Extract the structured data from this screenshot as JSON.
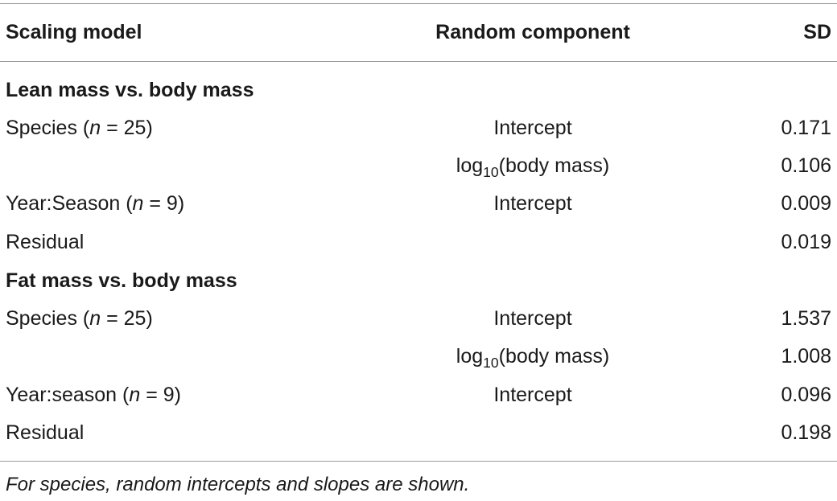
{
  "header": {
    "col1": "Scaling model",
    "col2": "Random component",
    "col3": "SD"
  },
  "sections": [
    {
      "title": "Lean mass vs. body mass",
      "rows": [
        {
          "model": "Species",
          "n_label": "n",
          "n_value": "= 25",
          "component": "Intercept",
          "component_sub": "",
          "component_rest": "",
          "sd": "0.171"
        },
        {
          "model": "",
          "n_label": "",
          "n_value": "",
          "component": "log",
          "component_sub": "10",
          "component_rest": "(body mass)",
          "sd": "0.106"
        },
        {
          "model": "Year:Season",
          "n_label": "n",
          "n_value": "= 9",
          "component": "Intercept",
          "component_sub": "",
          "component_rest": "",
          "sd": "0.009"
        },
        {
          "model": "Residual",
          "n_label": "",
          "n_value": "",
          "component": "",
          "component_sub": "",
          "component_rest": "",
          "sd": "0.019"
        }
      ]
    },
    {
      "title": "Fat mass vs. body mass",
      "rows": [
        {
          "model": "Species",
          "n_label": "n",
          "n_value": "= 25",
          "component": "Intercept",
          "component_sub": "",
          "component_rest": "",
          "sd": "1.537"
        },
        {
          "model": "",
          "n_label": "",
          "n_value": "",
          "component": "log",
          "component_sub": "10",
          "component_rest": "(body mass)",
          "sd": "1.008"
        },
        {
          "model": "Year:season",
          "n_label": "n",
          "n_value": "= 9",
          "component": "Intercept",
          "component_sub": "",
          "component_rest": "",
          "sd": "0.096"
        },
        {
          "model": "Residual",
          "n_label": "",
          "n_value": "",
          "component": "",
          "component_sub": "",
          "component_rest": "",
          "sd": "0.198"
        }
      ]
    }
  ],
  "footnote": "For species, random intercepts and slopes are shown."
}
